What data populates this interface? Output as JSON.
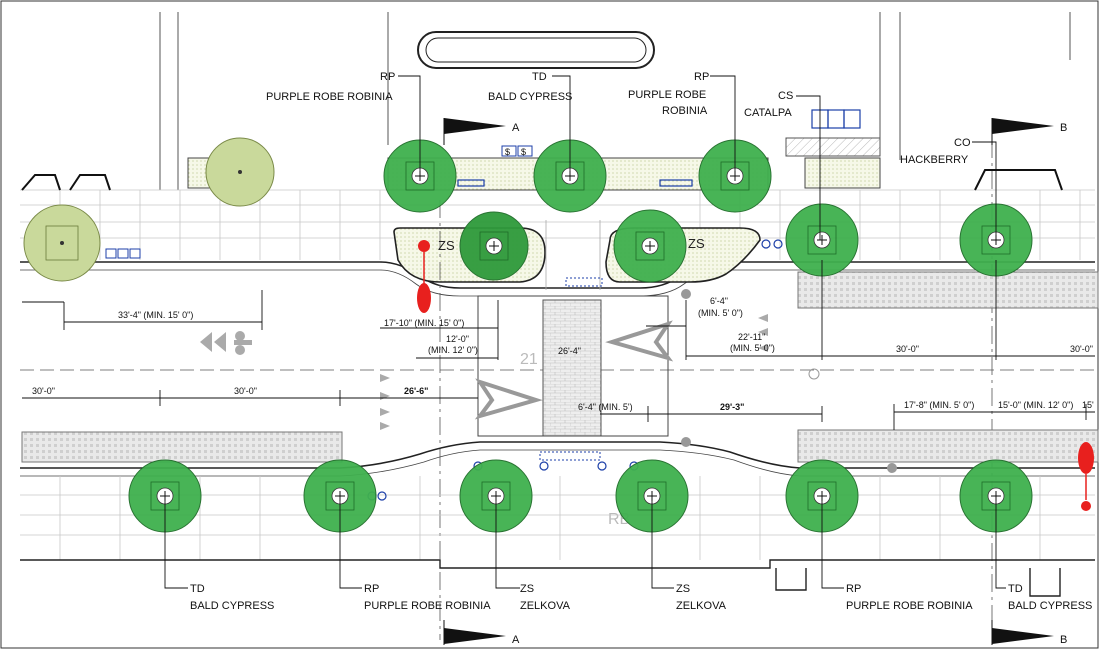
{
  "top_labels": [
    {
      "code": "RP",
      "name": "PURPLE ROBE ROBINIA"
    },
    {
      "code": "TD",
      "name": "BALD CYPRESS"
    },
    {
      "code": "RP",
      "name": "PURPLE ROBE",
      "name2": "ROBINIA"
    },
    {
      "code": "CS",
      "name": "CATALPA"
    },
    {
      "code": "CO",
      "name": "HACKBERRY"
    }
  ],
  "bottom_labels": [
    {
      "code": "TD",
      "name": "BALD CYPRESS"
    },
    {
      "code": "RP",
      "name": "PURPLE ROBE ROBINIA"
    },
    {
      "code": "ZS",
      "name": "ZELKOVA"
    },
    {
      "code": "ZS",
      "name": "ZELKOVA"
    },
    {
      "code": "RP",
      "name": "PURPLE ROBE ROBINIA"
    },
    {
      "code": "TD",
      "name": "BALD CYPRESS"
    }
  ],
  "planter_codes": [
    "ZS",
    "ZS"
  ],
  "section_markers": {
    "a_top": "A",
    "b_top": "B",
    "a_bottom": "A",
    "b_bottom": "B"
  },
  "dimensions": {
    "d1": "33'-4\" (MIN. 15' 0\")",
    "d2": "17'-10\" (MIN. 15' 0\")",
    "d3a": "12'-0\"",
    "d3b": "(MIN. 12' 0\")",
    "d4": "26'-4\"",
    "d5a": "6'-4\"",
    "d5b": "(MIN. 5' 0\")",
    "d6a": "22'-11\"",
    "d6b": "(MIN. 5' 0\")",
    "d7": "30'-0\"",
    "d8": "30'-0\"",
    "d9": "30'-0\"",
    "d10": "30'-0\"",
    "d11": "26'-6\"",
    "d12": "6'-4\" (MIN. 5')",
    "d13": "29'-3\"",
    "d14": "17'-8\" (MIN. 5' 0\")",
    "d15": "15'-0\" (MIN. 12' 0\")",
    "d16": "15'"
  },
  "misc": {
    "faint_number": "21",
    "faint_rb": "RB",
    "meter_mark": "$"
  },
  "colors": {
    "tree_dark": "#3fb04e",
    "tree_deep": "#2e9a3b",
    "tree_light": "#c9d99b",
    "planter_fill": "#eef2d6",
    "marker_red": "#e8201e",
    "sign_blue": "#1c3fa8"
  }
}
